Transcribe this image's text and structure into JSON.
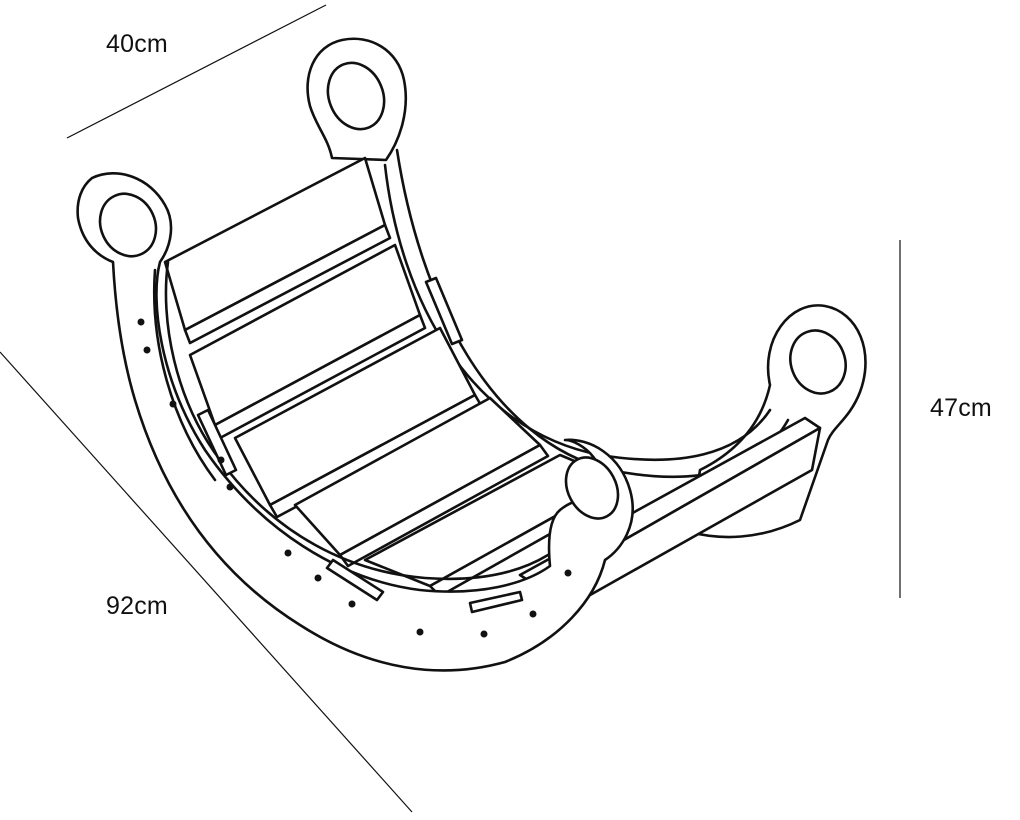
{
  "dimensions": {
    "width": "40cm",
    "height": "47cm",
    "length": "92cm"
  },
  "colors": {
    "line": "#111111",
    "background": "#ffffff",
    "fill": "#ffffff"
  },
  "diagram": {
    "subject": "wooden-rocker-arch",
    "style": "black-outline-line-art"
  }
}
